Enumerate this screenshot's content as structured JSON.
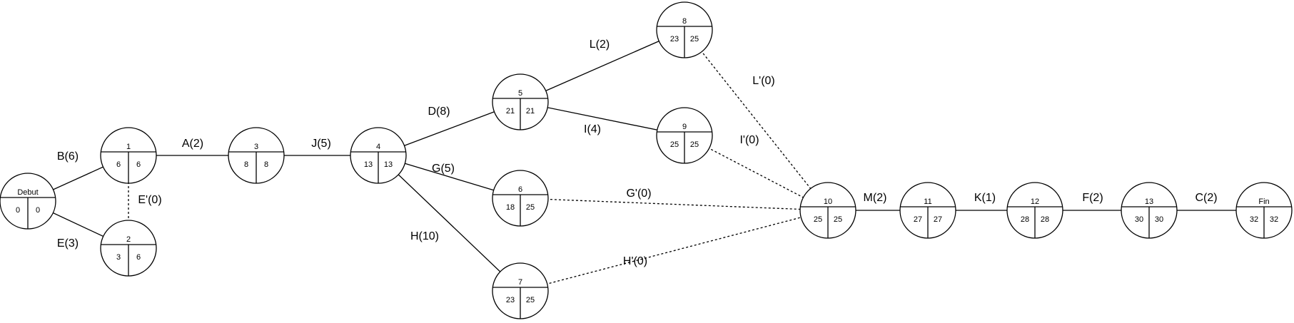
{
  "nodes": [
    {
      "id": "debut",
      "name": "Debut",
      "early": "0",
      "late": "0"
    },
    {
      "id": "n1",
      "name": "1",
      "early": "6",
      "late": "6"
    },
    {
      "id": "n2",
      "name": "2",
      "early": "3",
      "late": "6"
    },
    {
      "id": "n3",
      "name": "3",
      "early": "8",
      "late": "8"
    },
    {
      "id": "n4",
      "name": "4",
      "early": "13",
      "late": "13"
    },
    {
      "id": "n5",
      "name": "5",
      "early": "21",
      "late": "21"
    },
    {
      "id": "n6",
      "name": "6",
      "early": "18",
      "late": "25"
    },
    {
      "id": "n7",
      "name": "7",
      "early": "23",
      "late": "25"
    },
    {
      "id": "n8",
      "name": "8",
      "early": "23",
      "late": "25"
    },
    {
      "id": "n9",
      "name": "9",
      "early": "25",
      "late": "25"
    },
    {
      "id": "n10",
      "name": "10",
      "early": "25",
      "late": "25"
    },
    {
      "id": "n11",
      "name": "11",
      "early": "27",
      "late": "27"
    },
    {
      "id": "n12",
      "name": "12",
      "early": "28",
      "late": "28"
    },
    {
      "id": "n13",
      "name": "13",
      "early": "30",
      "late": "30"
    },
    {
      "id": "fin",
      "name": "Fin",
      "early": "32",
      "late": "32"
    }
  ],
  "edges": [
    {
      "from": "debut",
      "to": "n1",
      "label": "B(6)",
      "dashed": false
    },
    {
      "from": "debut",
      "to": "n2",
      "label": "E(3)",
      "dashed": false
    },
    {
      "from": "n2",
      "to": "n1",
      "label": "E'(0)",
      "dashed": true
    },
    {
      "from": "n1",
      "to": "n3",
      "label": "A(2)",
      "dashed": false
    },
    {
      "from": "n3",
      "to": "n4",
      "label": "J(5)",
      "dashed": false
    },
    {
      "from": "n4",
      "to": "n5",
      "label": "D(8)",
      "dashed": false
    },
    {
      "from": "n4",
      "to": "n6",
      "label": "G(5)",
      "dashed": false
    },
    {
      "from": "n4",
      "to": "n7",
      "label": "H(10)",
      "dashed": false
    },
    {
      "from": "n5",
      "to": "n8",
      "label": "L(2)",
      "dashed": false
    },
    {
      "from": "n5",
      "to": "n9",
      "label": "I(4)",
      "dashed": false
    },
    {
      "from": "n8",
      "to": "n10",
      "label": "L'(0)",
      "dashed": true
    },
    {
      "from": "n9",
      "to": "n10",
      "label": "I'(0)",
      "dashed": true
    },
    {
      "from": "n6",
      "to": "n10",
      "label": "G'(0)",
      "dashed": true
    },
    {
      "from": "n7",
      "to": "n10",
      "label": "H'(0)",
      "dashed": true
    },
    {
      "from": "n10",
      "to": "n11",
      "label": "M(2)",
      "dashed": false
    },
    {
      "from": "n11",
      "to": "n12",
      "label": "K(1)",
      "dashed": false
    },
    {
      "from": "n12",
      "to": "n13",
      "label": "F(2)",
      "dashed": false
    },
    {
      "from": "n13",
      "to": "fin",
      "label": "C(2)",
      "dashed": false
    }
  ]
}
